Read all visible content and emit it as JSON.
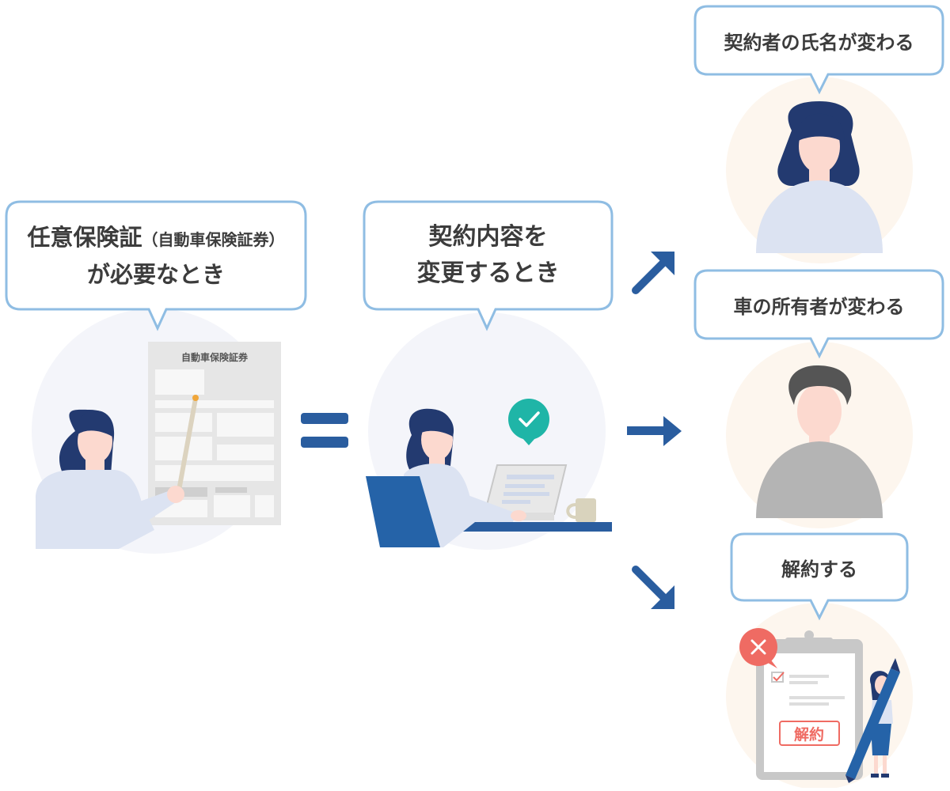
{
  "left_bubble": {
    "line1_main": "任意保険証",
    "line1_sub": "（自動車保険証券）",
    "line2": "が必要なとき"
  },
  "left_document": {
    "title": "自動車保険証券"
  },
  "middle_bubble": {
    "line1": "契約内容を",
    "line2": "変更するとき"
  },
  "right_bubbles": {
    "name_change": "契約者の氏名が変わる",
    "owner_change": "車の所有者が変わる",
    "cancel": "解約する"
  },
  "cancel_stamp": "解約",
  "colors": {
    "bubble_border": "#8fbde3",
    "arrow": "#2a5d9f",
    "hair": "#233a70",
    "skin": "#fcd9cf",
    "shirt": "#dce3f2",
    "bg_circle": "#f4f5fa",
    "bg_circle_warm": "#fdf6ee",
    "check": "#1fb5a7",
    "cross": "#ef6b63"
  },
  "icons": [
    "check-icon",
    "cross-icon",
    "pencil-icon",
    "clipboard-icon",
    "laptop-icon",
    "mug-icon",
    "equals-icon",
    "arrow-icon"
  ]
}
